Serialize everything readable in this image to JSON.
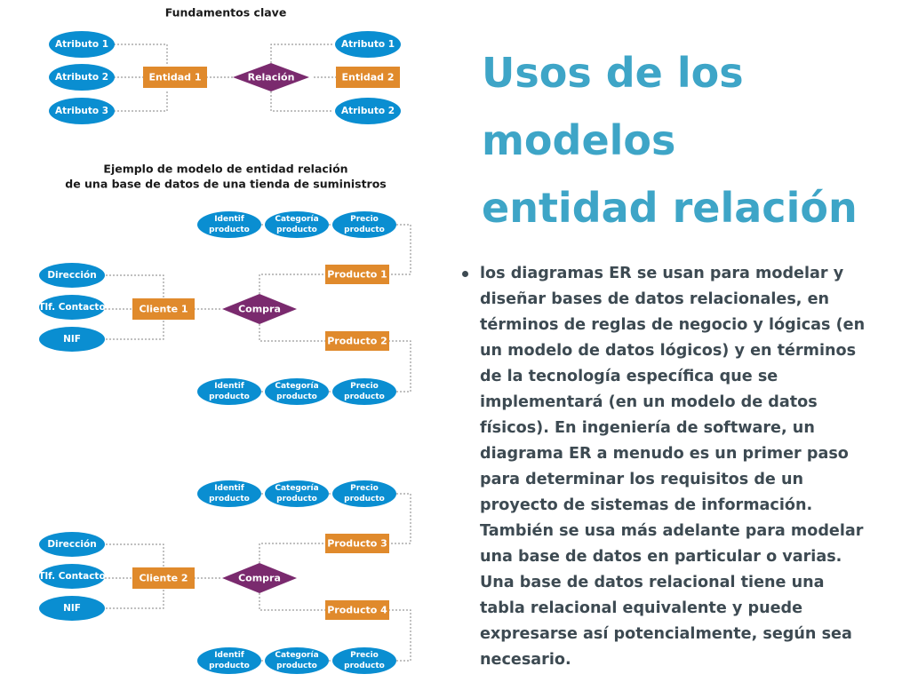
{
  "colors": {
    "attribute": "#0a8ed1",
    "entity": "#e08a2c",
    "relation": "#7a2a6e",
    "title": "#3ea5c7",
    "body_text": "#3d4a52"
  },
  "diagram": {
    "key_title": "Fundamentos clave",
    "key": {
      "attributes_left": [
        "Atributo 1",
        "Atributo 2",
        "Atributo 3"
      ],
      "entity_left": "Entidad 1",
      "relation": "Relación",
      "entity_right": "Entidad 2",
      "attributes_right": [
        "Atributo 1",
        "Atributo 2"
      ]
    },
    "example_title_lines": [
      "Ejemplo de modelo de entidad relación",
      "de una base de datos de una tienda de suministros"
    ],
    "examples": [
      {
        "client_attributes": [
          "Dirección",
          "Tlf. Contacto",
          "NIF"
        ],
        "client": "Cliente 1",
        "relation": "Compra",
        "product_top": "Producto 1",
        "product_bottom": "Producto 2",
        "top_attributes": [
          [
            "Identif",
            "producto"
          ],
          [
            "Categoría",
            "producto"
          ],
          [
            "Precio",
            "producto"
          ]
        ],
        "bottom_attributes": [
          [
            "Identif",
            "producto"
          ],
          [
            "Categoría",
            "producto"
          ],
          [
            "Precio",
            "producto"
          ]
        ]
      },
      {
        "client_attributes": [
          "Dirección",
          "Tlf. Contacto",
          "NIF"
        ],
        "client": "Cliente 2",
        "relation": "Compra",
        "product_top": "Producto 3",
        "product_bottom": "Producto 4",
        "top_attributes": [
          [
            "Identif",
            "producto"
          ],
          [
            "Categoría",
            "producto"
          ],
          [
            "Precio",
            "producto"
          ]
        ],
        "bottom_attributes": [
          [
            "Identif",
            "producto"
          ],
          [
            "Categoría",
            "producto"
          ],
          [
            "Precio",
            "producto"
          ]
        ]
      }
    ]
  },
  "title_lines": [
    "Usos de los",
    "modelos",
    "entidad relación"
  ],
  "body_lines": [
    "los diagramas ER se usan para modelar y",
    "diseñar bases de datos relacionales, en",
    "términos de reglas de negocio y lógicas (en",
    "un modelo de datos lógicos) y en términos",
    "de la tecnología específica que se",
    "implementará (en un modelo de datos",
    "físicos). En ingeniería de software, un",
    "diagrama ER a menudo es un primer paso",
    "para determinar los requisitos de un",
    "proyecto de sistemas de información.",
    "También se usa más adelante para modelar",
    "una base de datos en particular o varias.",
    "Una base de datos relacional tiene una",
    "tabla relacional equivalente y puede",
    "expresarse así potencialmente, según sea",
    "necesario."
  ]
}
